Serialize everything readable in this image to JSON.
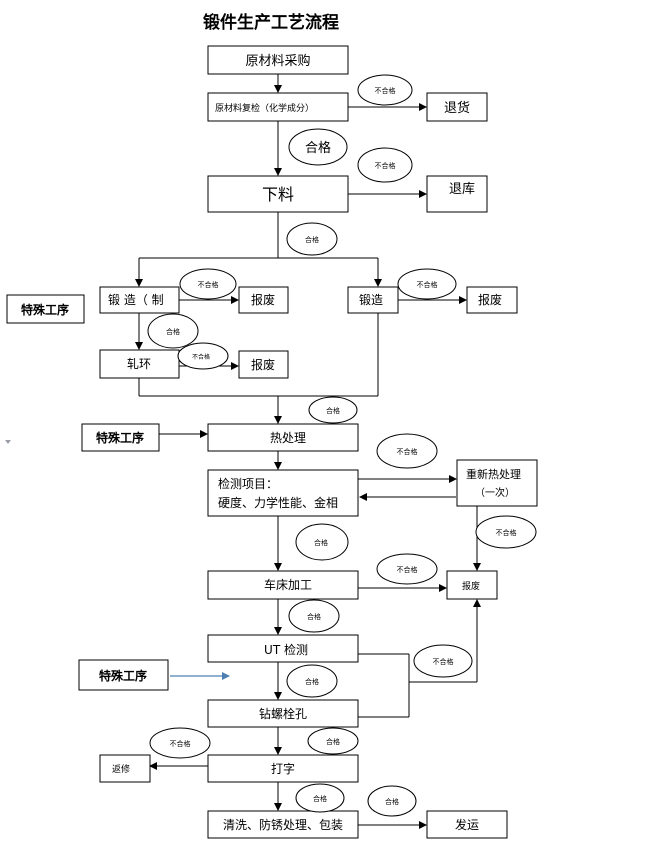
{
  "title": "锻件生产工艺流程",
  "special_label": "特殊工序",
  "steps": {
    "procure": "原材料采购",
    "recheck": "原材料复检（化学成分）",
    "return_goods": "退货",
    "cutting": "下料",
    "return_stock": "退库",
    "forge_left": "锻 造（ 制",
    "scrap_left": "报废",
    "forge_right": "锻造",
    "scrap_right": "报废",
    "roll_ring": "轧环",
    "scrap_roll": "报废",
    "heat": "热处理",
    "inspect_line1": "检测项目：",
    "inspect_line2": "硬度、力学性能、金相",
    "reheat_line1": "重新热处理",
    "reheat_line2": "（一次）",
    "lathe": "车床加工",
    "scrap_mid": "报废",
    "ut": "UT 检测",
    "drill": "钻螺栓孔",
    "mark": "打字",
    "repair": "返修",
    "clean": "清洗、防锈处理、包装",
    "ship": "发运"
  },
  "labels": {
    "pass": "合格",
    "fail": "不合格"
  }
}
